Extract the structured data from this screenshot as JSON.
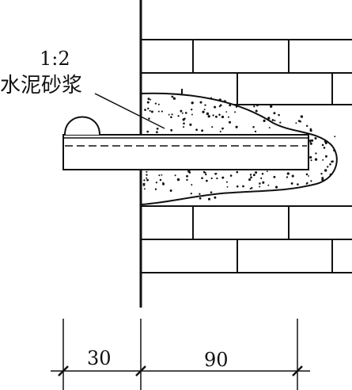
{
  "labels": {
    "ratio": "1:2",
    "material": "水泥砂浆"
  },
  "dimensions": {
    "left": "30",
    "right": "90"
  },
  "colors": {
    "ink": "#111111",
    "background": "#ffffff"
  }
}
